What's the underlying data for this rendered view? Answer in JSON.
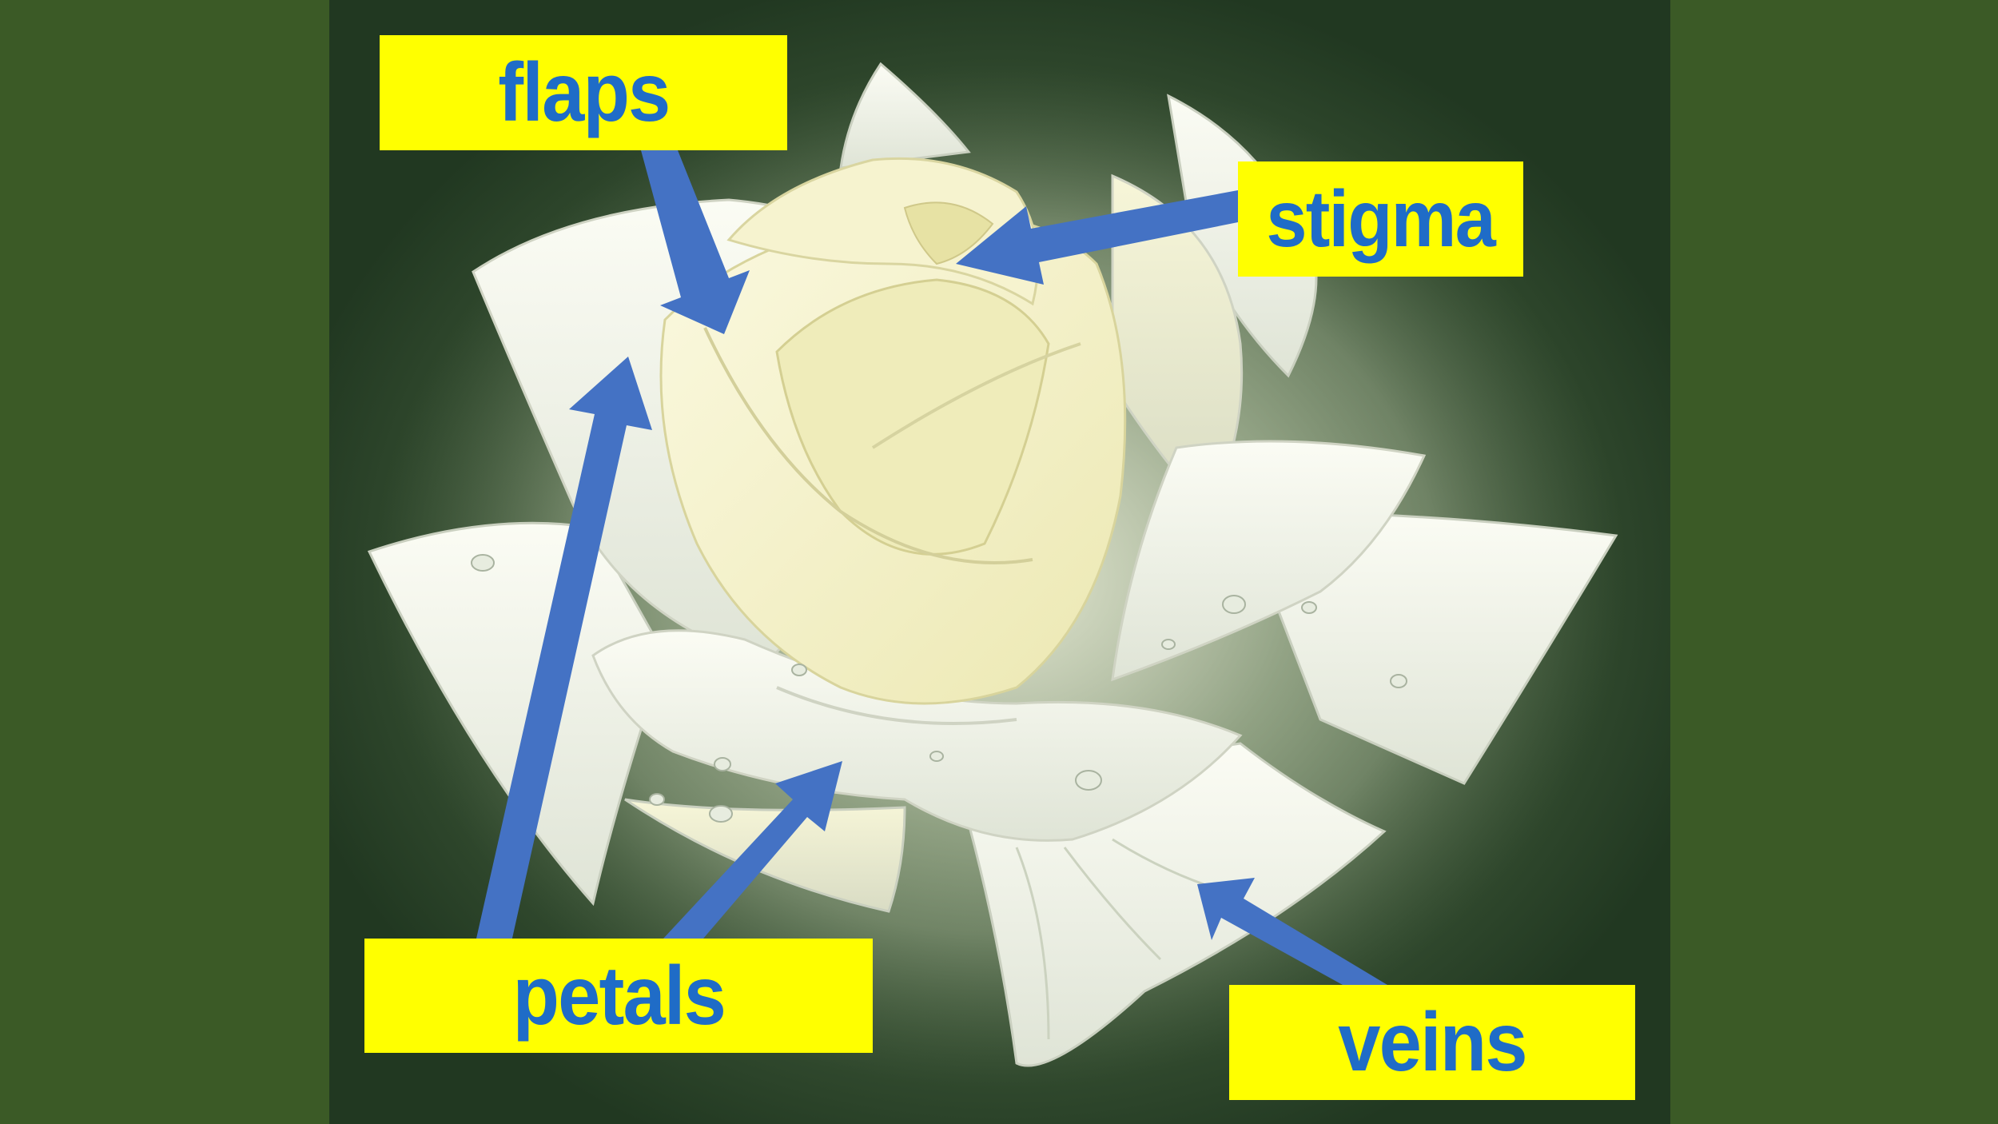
{
  "labels": {
    "flaps": "flaps",
    "stigma": "stigma",
    "petals": "petals",
    "veins": "veins"
  },
  "colors": {
    "background": "#3b5a26",
    "label_fill": "#ffff00",
    "label_text": "#1f6cc7",
    "arrow": "#4472c4",
    "petal": "#f3f5e8",
    "petal_center": "#f2f0c4"
  }
}
